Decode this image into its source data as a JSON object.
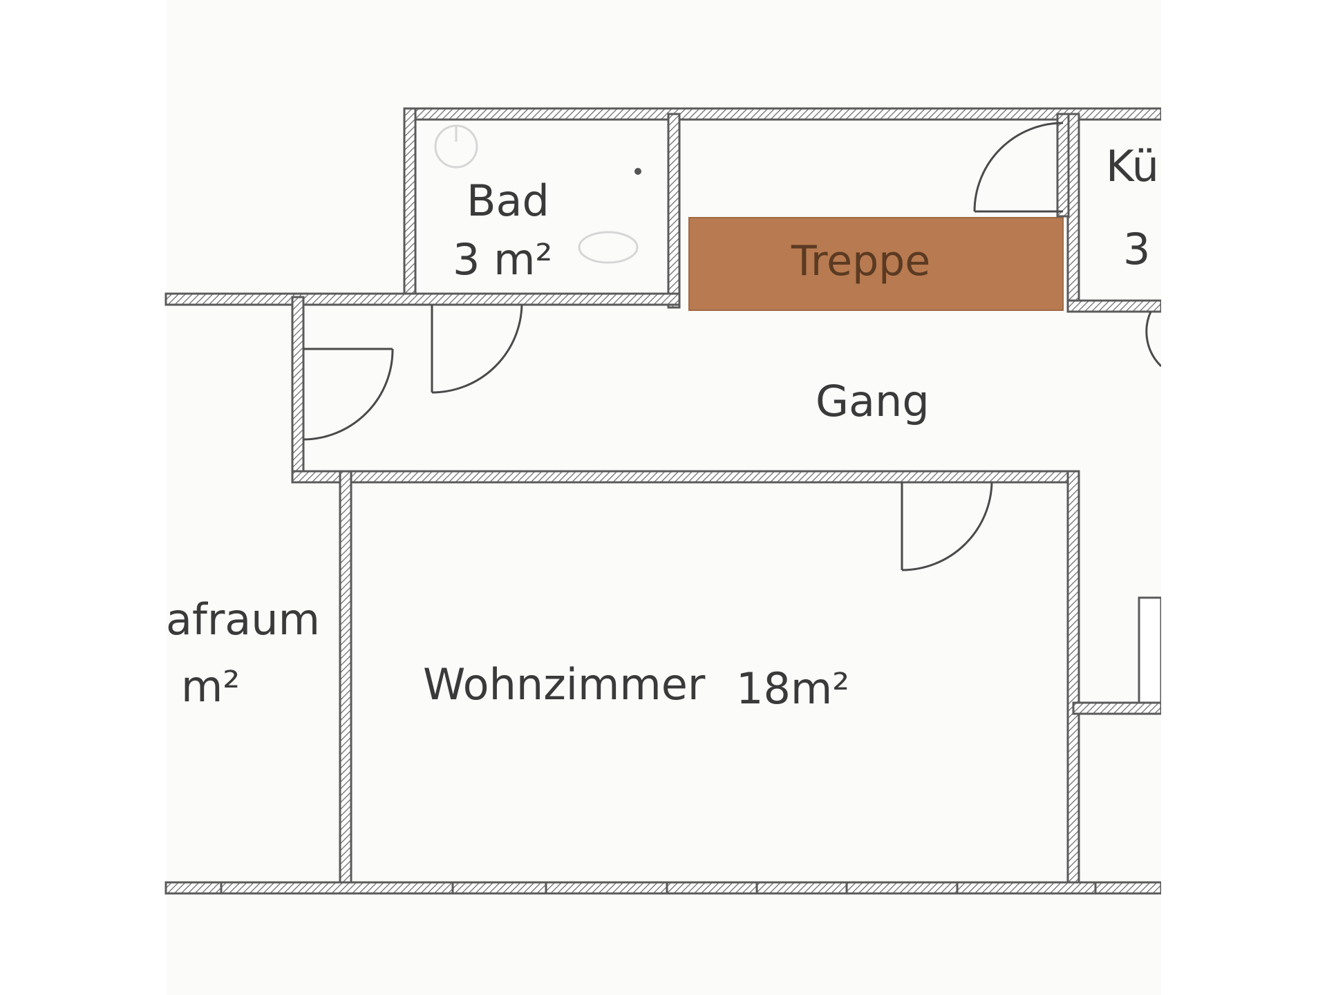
{
  "rooms": {
    "bad": {
      "name": "Bad",
      "area": "3 m²"
    },
    "kueche": {
      "name": "Küc",
      "area": "3"
    },
    "treppe": {
      "name": "Treppe",
      "fill": "#b87a50"
    },
    "gang": {
      "name": "Gang"
    },
    "schlafraum": {
      "name": "afraum",
      "area": "m²"
    },
    "wohnzimmer": {
      "name": "Wohnzimmer",
      "area": "18m²"
    }
  },
  "colors": {
    "wall_outline": "#5a5a5a",
    "wall_fill": "#ffffff",
    "stair": "#b87a50",
    "paper_margin": "#f7f7f5"
  }
}
